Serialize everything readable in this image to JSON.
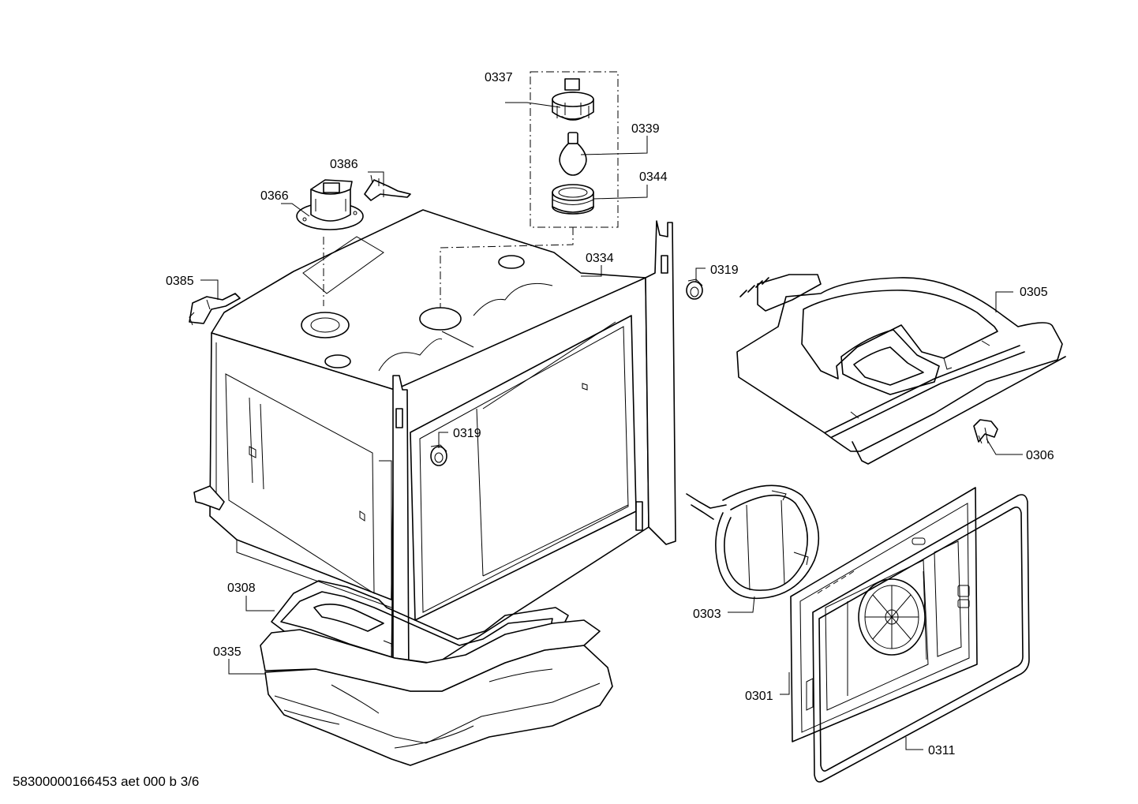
{
  "callouts": {
    "p0337": "0337",
    "p0339": "0339",
    "p0344": "0344",
    "p0386": "0386",
    "p0366": "0366",
    "p0334": "0334",
    "p0319_top": "0319",
    "p0305": "0305",
    "p0385": "0385",
    "p0319_front": "0319",
    "p0306": "0306",
    "p0308": "0308",
    "p0303": "0303",
    "p0335": "0335",
    "p0301": "0301",
    "p0311": "0311"
  },
  "footer": {
    "doc_id": "58300000166453 aet 000 b 3/6"
  }
}
